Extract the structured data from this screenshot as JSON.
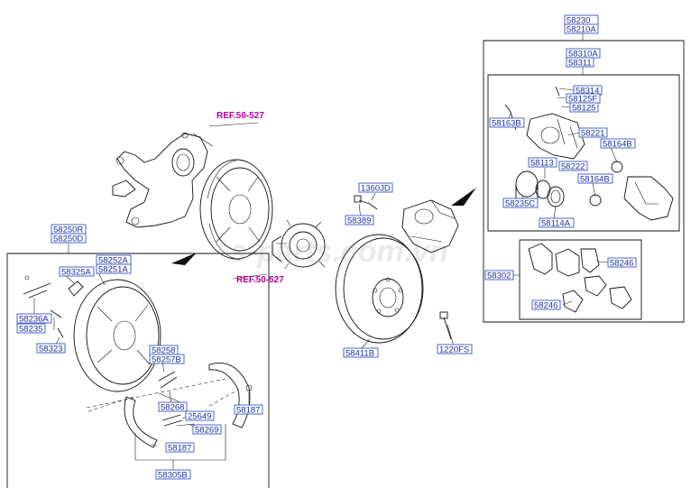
{
  "labels": {
    "p58230": "58230",
    "p58210A": "58210A",
    "p58310A": "58310A",
    "p58311": "58311",
    "p58314": "58314",
    "p58125F": "58125F",
    "p58125": "58125",
    "p58163B": "58163B",
    "p58221": "58221",
    "p58164B_a": "58164B",
    "p58113": "58113",
    "p58222": "58222",
    "p58164B_b": "58164B",
    "p58235C": "58235C",
    "p58114A": "58114A",
    "p58302": "58302",
    "p58246_a": "58246",
    "p58246_b": "58246",
    "p1360JD": "1360JD",
    "p58389": "58389",
    "p58411B": "58411B",
    "p1220FS": "1220FS",
    "p58250R": "58250R",
    "p58250D": "58250D",
    "p58252A": "58252A",
    "p58251A": "58251A",
    "p58325A": "58325A",
    "p58236A": "58236A",
    "p58235": "58235",
    "p58323": "58323",
    "p58258": "58258",
    "p58257B": "58257B",
    "p58268": "58268",
    "p25649": "25649",
    "p58269": "58269",
    "p58187_a": "58187",
    "p58187_b": "58187",
    "p58305B": "58305B"
  },
  "refs": {
    "ref_top": "REF.50-527",
    "ref_mid": "REF.50-527"
  },
  "watermark": "s-parts.com.vn",
  "colors": {
    "label_text": "#1d2f9e",
    "label_border": "#3b56c7",
    "ref_text": "#b3009f",
    "line": "#111111"
  }
}
